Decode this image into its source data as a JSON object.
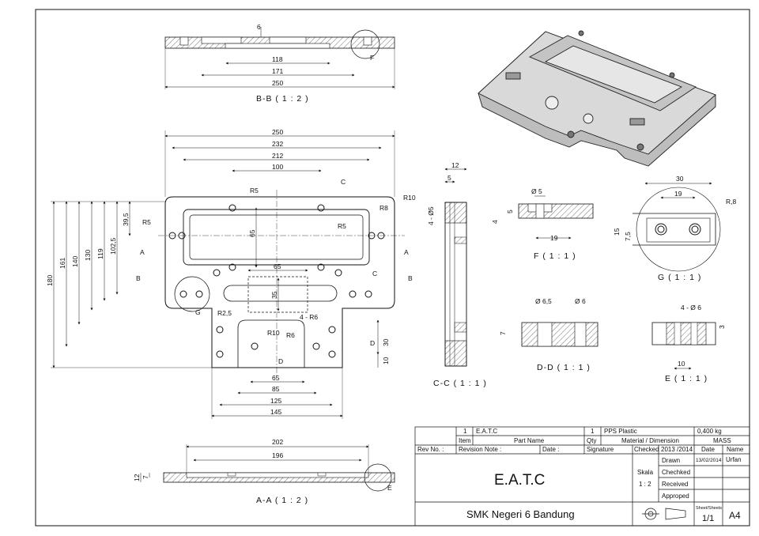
{
  "views": {
    "bb_label": "B-B ( 1 : 2 )",
    "aa_label": "A-A ( 1 : 2 )",
    "cc_label": "C-C ( 1 : 1 )",
    "ff_label": "F ( 1 : 1 )",
    "gg_label": "G ( 1 : 1 )",
    "dd_label": "D-D ( 1 : 1 )",
    "ee_label": "E ( 1 : 1 )"
  },
  "dims_bb": {
    "d6": "6",
    "d118": "118",
    "d171": "171",
    "d250": "250",
    "lf": "F"
  },
  "dims_front": {
    "d250": "250",
    "d232": "232",
    "d212": "212",
    "d100": "100",
    "d180": "180",
    "d161": "161",
    "d140": "140",
    "d130": "130",
    "d119": "119",
    "d102": "102,5",
    "d39": "39,5",
    "d65v": "65",
    "d65h": "65",
    "d35": "35",
    "d30": "30",
    "d10": "10",
    "d65b": "65",
    "d85": "85",
    "d125": "125",
    "d145": "145",
    "r5a": "R5",
    "r5b": "R5",
    "r5c": "R5",
    "r8": "R8",
    "r10a": "R10",
    "r10b": "R10",
    "r25": "R2,5",
    "r6a": "R6",
    "r6b": "4 - R6",
    "la1": "A",
    "la2": "A",
    "lb1": "B",
    "lb2": "B",
    "lc1": "C",
    "lc2": "C",
    "ld1": "D",
    "ld2": "D",
    "lg": "G"
  },
  "dims_aa": {
    "d202": "202",
    "d196": "196",
    "d12": "12",
    "d7": "7",
    "le": "E"
  },
  "dims_cc": {
    "d12": "12",
    "d5": "5",
    "d4": "4 - Ø5"
  },
  "dims_f": {
    "d5": "Ø 5",
    "d19": "19",
    "v5": "5",
    "v4": "4"
  },
  "dims_g": {
    "d30": "30",
    "d19": "19",
    "r8": "R,8",
    "v15": "15",
    "v75": "7,5"
  },
  "dims_d": {
    "d65": "Ø 6,5",
    "d6": "Ø 6",
    "v7": "7"
  },
  "dims_e": {
    "d46": "4 - Ø 6",
    "v3": "3",
    "d10": "10"
  },
  "title_block": {
    "row_num": "1",
    "row_part": "E.A.T.C",
    "row_qty": "1",
    "row_mat": "PPS Plastic",
    "row_mass": "0,400 kg",
    "h_item": "Item",
    "h_part": "Part Name",
    "h_qty": "Qty",
    "h_mat": "Material / Dimension",
    "h_mass": "MASS",
    "rev_no": "Rev No. :",
    "rev_note": "Revision Note :",
    "date_lbl": "Date :",
    "signature": "Signature",
    "checked": "Checked",
    "year": "2013 /2014",
    "date_h": "Date",
    "name_h": "Name",
    "drawn": "Drawn",
    "drawn_date": "13/02/2014",
    "drawn_name": "Urfan",
    "chechked": "Chechked",
    "skala": "Skala",
    "scale": "1 : 2",
    "received": "Received",
    "approped": "Approped",
    "title": "E.A.T.C",
    "school": "SMK Negeri 6 Bandung",
    "sheets_h": "Sheet/Sheets",
    "sheets": "1/1",
    "paper": "A4"
  }
}
